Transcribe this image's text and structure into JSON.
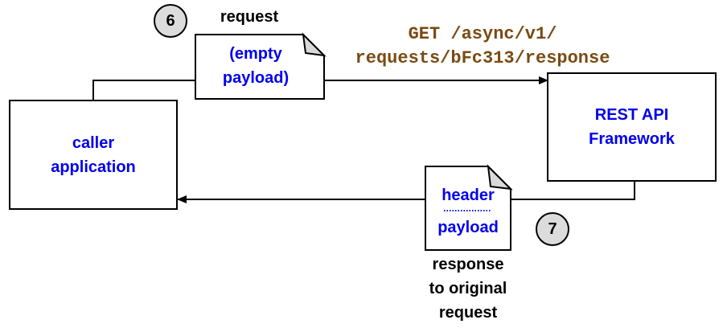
{
  "colors": {
    "accent_text": "#0000ee",
    "endpoint_text": "#7a4a12",
    "step_circle_fill": "#dcdcdc",
    "line": "#000000"
  },
  "caller": {
    "line1": "caller",
    "line2": "application"
  },
  "framework": {
    "line1": "REST API",
    "line2": "Framework"
  },
  "request": {
    "step": "6",
    "label": "request",
    "doc_line1": "(empty",
    "doc_line2": "payload)",
    "endpoint_line1": "GET /async/v1/",
    "endpoint_line2": "requests/bFc313/response"
  },
  "response": {
    "step": "7",
    "doc_header": "header",
    "doc_payload": "payload",
    "caption_line1": "response",
    "caption_line2": "to original",
    "caption_line3": "request"
  }
}
